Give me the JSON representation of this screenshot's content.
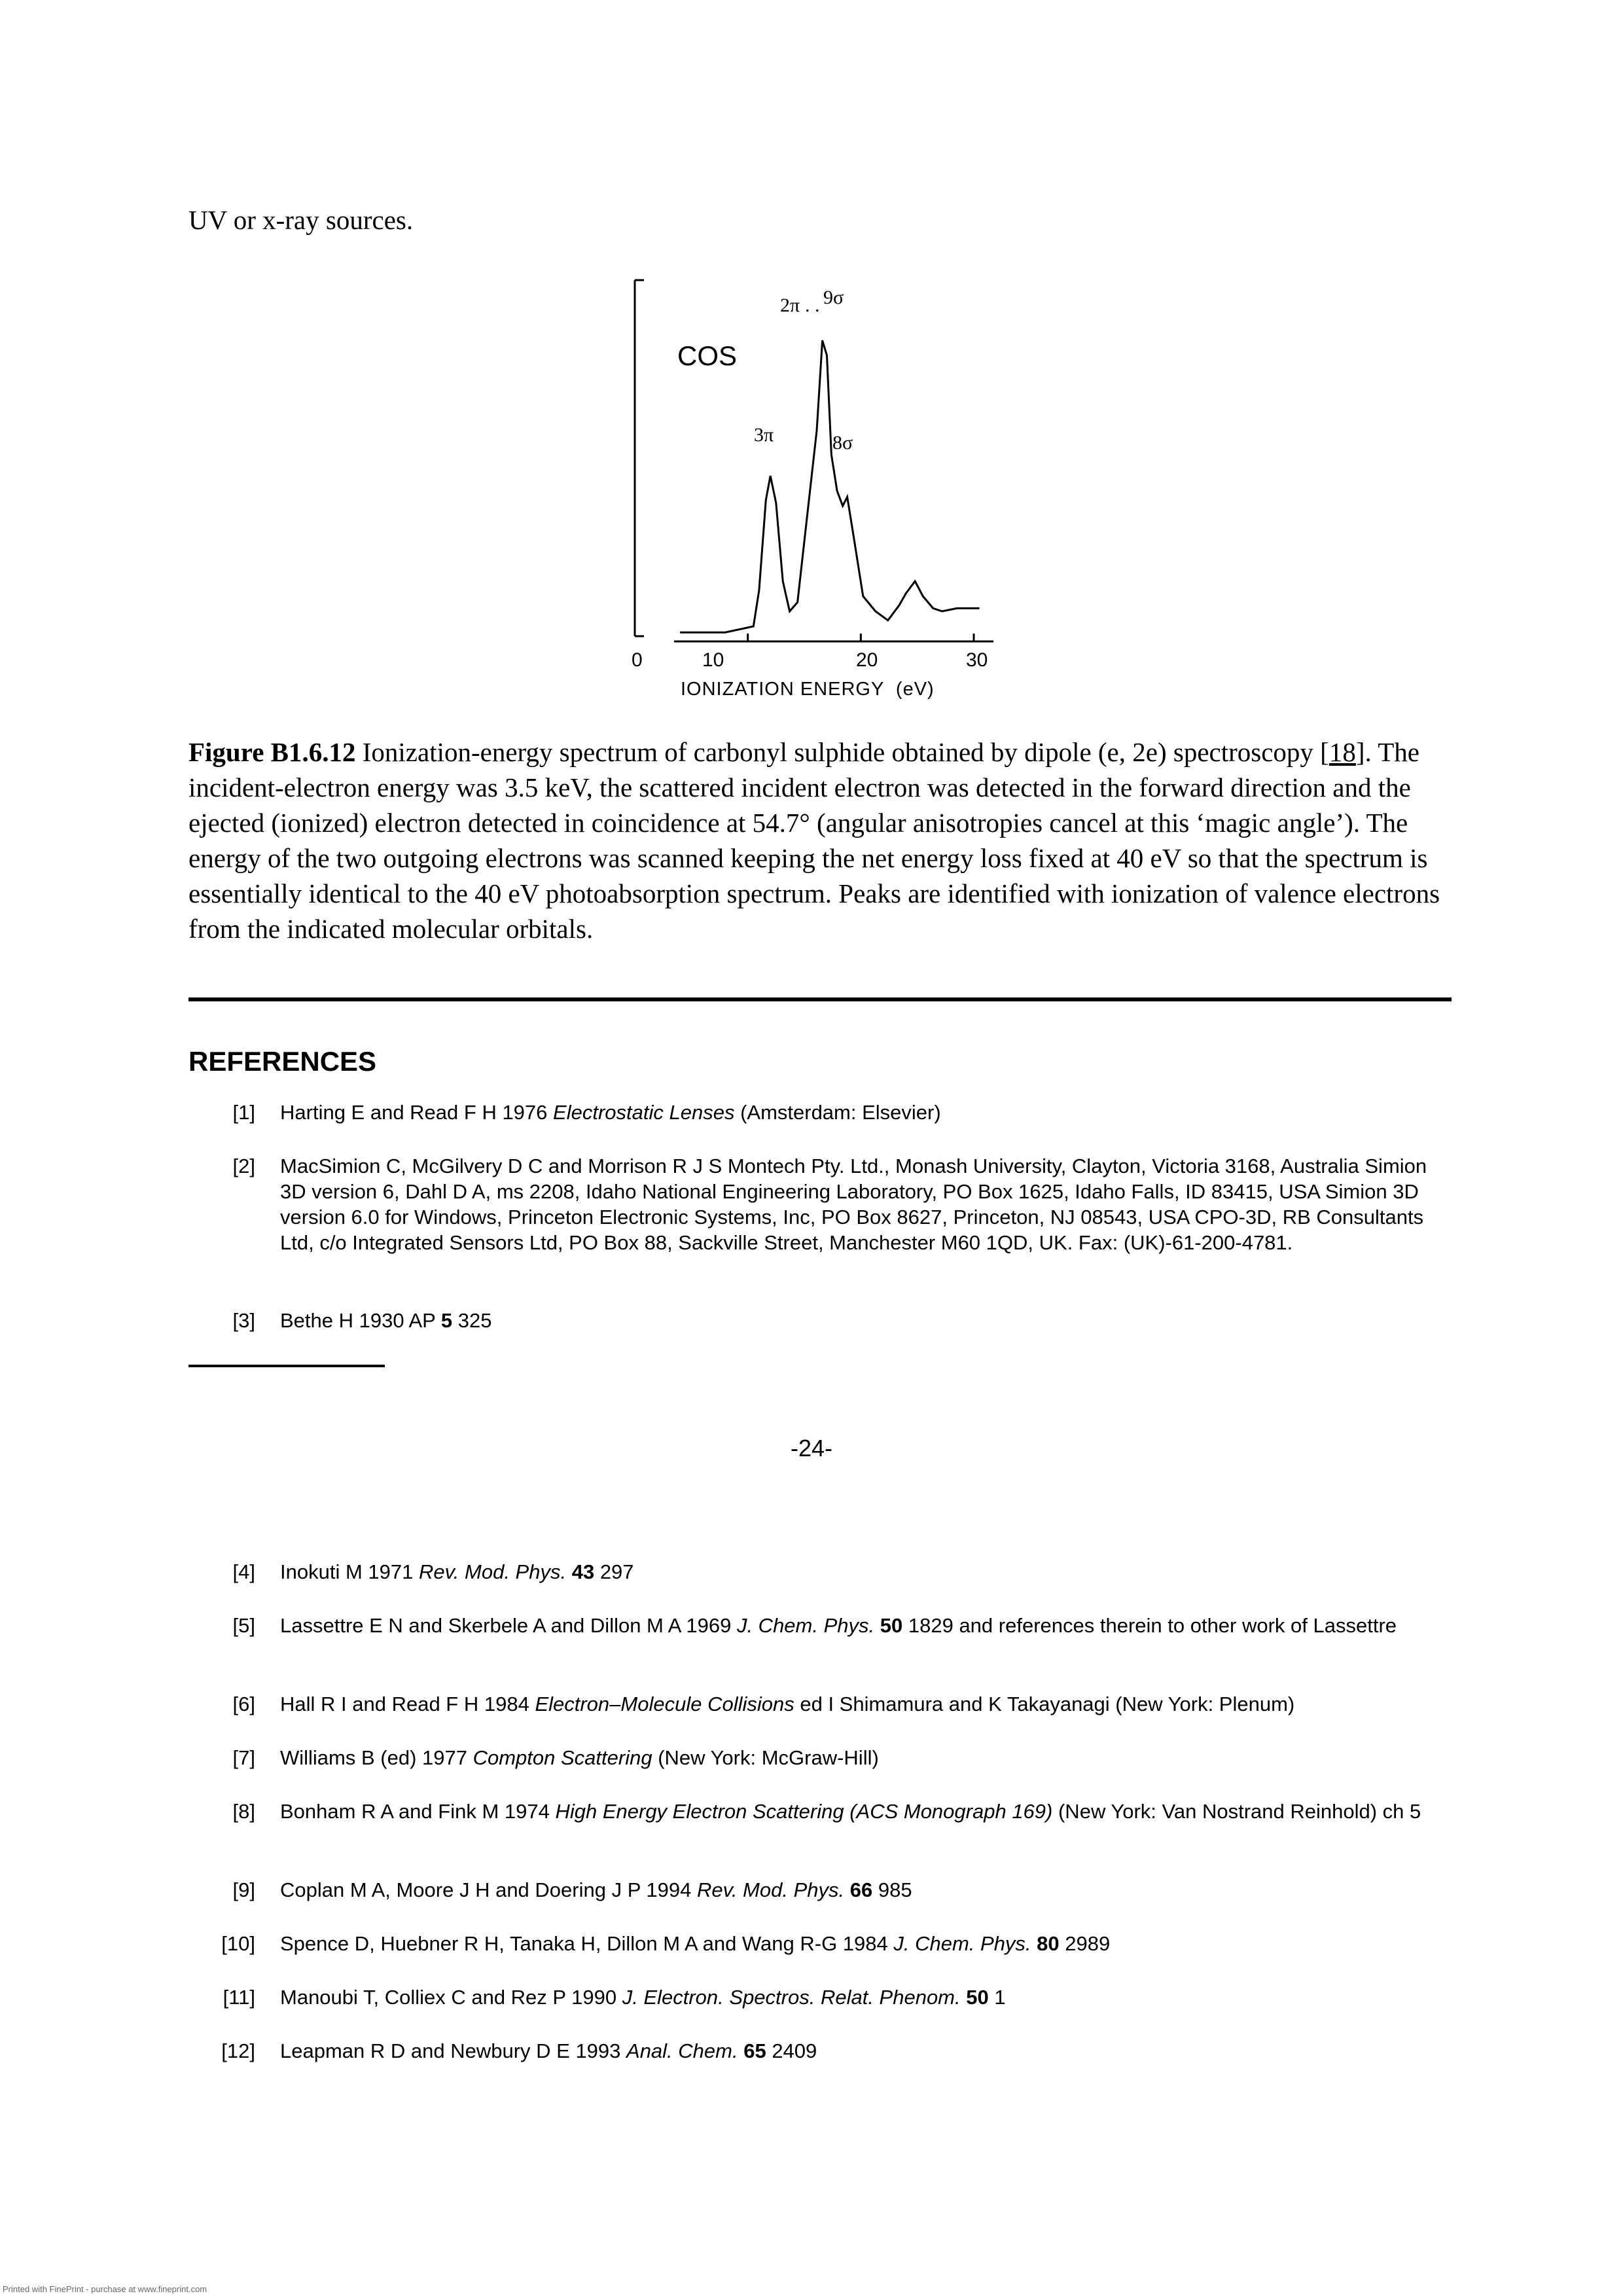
{
  "top_text": "UV or x-ray sources.",
  "figure": {
    "molecule_label": "COS",
    "peak_labels": [
      "3π",
      "2π",
      "9σ",
      "8σ"
    ],
    "x_ticks": [
      "0",
      "10",
      "20",
      "30"
    ],
    "xlabel": "IONIZATION ENERGY  (eV)"
  },
  "chart_data": {
    "type": "line",
    "title": "",
    "xlabel": "IONIZATION ENERGY  (eV)",
    "ylabel": "",
    "xlim": [
      0,
      30
    ],
    "x_ticks": [
      0,
      10,
      20,
      30
    ],
    "series": [
      {
        "name": "",
        "x": [
          4,
          6,
          8,
          10.5,
          11,
          11.6,
          12.0,
          12.5,
          13.1,
          13.7,
          14.4,
          15.2,
          16.1,
          16.6,
          17.0,
          17.4,
          17.9,
          18.4,
          18.8,
          19.4,
          20.2,
          21.3,
          22.4,
          23.4,
          24.0,
          24.8,
          25.5,
          26.4,
          27.2,
          28.5,
          30.5
        ],
        "y": [
          0.03,
          0.03,
          0.03,
          0.05,
          0.17,
          0.47,
          0.55,
          0.46,
          0.2,
          0.1,
          0.13,
          0.4,
          0.7,
          1.0,
          0.95,
          0.62,
          0.5,
          0.45,
          0.48,
          0.34,
          0.15,
          0.1,
          0.07,
          0.12,
          0.16,
          0.2,
          0.15,
          0.11,
          0.1,
          0.11,
          0.11
        ]
      }
    ],
    "annotations": [
      "COS",
      "3π",
      "2π",
      "9σ",
      "8σ"
    ]
  },
  "caption": {
    "label": "Figure B1.6.12",
    "text_before_cite": " Ionization-energy spectrum of carbonyl sulphide obtained by dipole (e, 2e) spectroscopy [",
    "cite": "18",
    "text_after_cite": "]. The incident-electron energy was 3.5 keV, the scattered incident electron was detected in the forward direction and the ejected (ionized) electron detected in coincidence at 54.7° (angular anisotropies cancel at this ‘magic angle’). The energy of the two outgoing electrons was scanned keeping the net energy loss fixed at 40 eV so that the spectrum is essentially identical to the 40 eV photoabsorption spectrum. Peaks are identified with ionization of valence electrons from the indicated molecular orbitals."
  },
  "references_heading": "REFERENCES",
  "references": [
    {
      "num": "[1]",
      "a": "Harting E and Read F H 1976 ",
      "i": "Electrostatic Lenses",
      "b": "",
      "c": " (Amsterdam: Elsevier)"
    },
    {
      "num": "[2]",
      "a": "MacSimion C, McGilvery D C and Morrison R J S Montech Pty. Ltd., Monash University, Clayton, Victoria 3168, Australia Simion 3D version 6, Dahl D A, ms 2208, Idaho National Engineering Laboratory, PO Box 1625, Idaho Falls, ID 83415, USA Simion 3D version 6.0 for Windows, Princeton Electronic Systems, Inc, PO Box 8627, Princeton, NJ 08543, USA CPO-3D, RB Consultants Ltd, c/o Integrated Sensors Ltd, PO Box 88, Sackville Street, Manchester M60 1QD, UK. Fax: (UK)-61-200-4781.",
      "i": "",
      "b": "",
      "c": ""
    },
    {
      "num": "[3]",
      "a": "Bethe H 1930 AP ",
      "i": "",
      "b": "5",
      "c": " 325"
    },
    {
      "num": "[4]",
      "a": "Inokuti M 1971 ",
      "i": "Rev. Mod. Phys.",
      "b": " 43",
      "c": " 297"
    },
    {
      "num": "[5]",
      "a": "Lassettre E N and Skerbele A and Dillon M A 1969 ",
      "i": "J. Chem. Phys.",
      "b": " 50",
      "c": " 1829 and references therein to other work of Lassettre"
    },
    {
      "num": "[6]",
      "a": "Hall R I and Read F H 1984 ",
      "i": "Electron–Molecule Collisions",
      "b": "",
      "c": " ed I Shimamura and K Takayanagi (New York: Plenum)"
    },
    {
      "num": "[7]",
      "a": "Williams B (ed) 1977 ",
      "i": "Compton Scattering",
      "b": "",
      "c": " (New York: McGraw-Hill)"
    },
    {
      "num": "[8]",
      "a": "Bonham R A and Fink M 1974 ",
      "i": "High Energy Electron Scattering (ACS Monograph 169)",
      "b": "",
      "c": " (New York: Van Nostrand Reinhold) ch 5"
    },
    {
      "num": "[9]",
      "a": "Coplan M A, Moore J H and Doering J P 1994 ",
      "i": "Rev. Mod. Phys.",
      "b": " 66",
      "c": " 985"
    },
    {
      "num": "[10]",
      "a": "Spence D, Huebner R H, Tanaka H, Dillon M A and Wang R-G 1984 ",
      "i": "J. Chem. Phys.",
      "b": " 80",
      "c": " 2989"
    },
    {
      "num": "[11]",
      "a": "Manoubi T, Colliex C and Rez P 1990 ",
      "i": "J. Electron. Spectros. Relat. Phenom.",
      "b": " 50",
      "c": " 1"
    },
    {
      "num": "[12]",
      "a": "Leapman R D and Newbury D E 1993 ",
      "i": "Anal. Chem.",
      "b": " 65",
      "c": " 2409"
    }
  ],
  "page_number": "-24-",
  "footer_print_note": "Printed with FinePrint - purchase at www.fineprint.com"
}
